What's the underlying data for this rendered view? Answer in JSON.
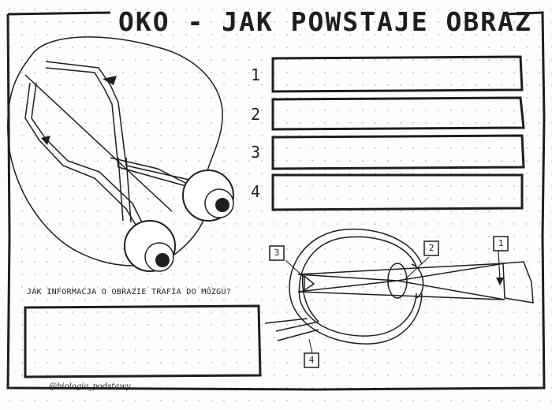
{
  "title": "OKO - JAK POWSTAJE OBRAZ ?",
  "steps": [
    "1",
    "2",
    "3",
    "4"
  ],
  "question": "JAK INFORMACJA O OBRAZIE TRAFIA DO MÓZGU?",
  "eye_labels": [
    "3",
    "2",
    "1",
    "4"
  ],
  "credit": "@biologia_podstawy"
}
